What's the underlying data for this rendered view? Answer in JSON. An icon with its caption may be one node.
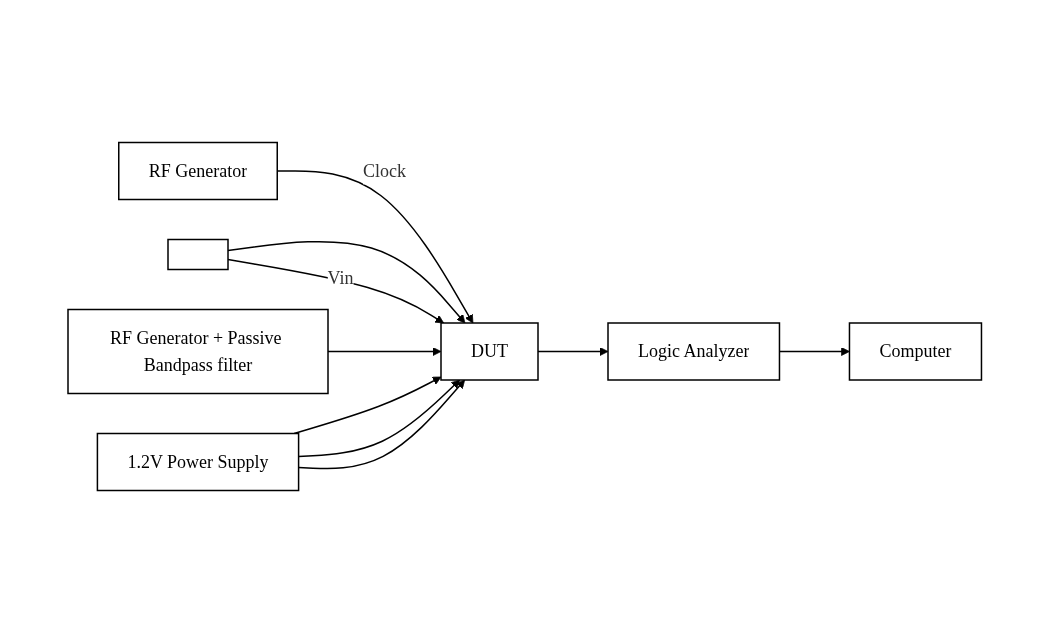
{
  "diagram": {
    "nodes": [
      {
        "text": [
          "RF Generator"
        ]
      },
      {
        "text": [],
        "shape": "box"
      },
      {
        "text": [
          "RF Generator + Passive Bandpass filter"
        ]
      },
      {
        "text": [
          "DUT"
        ]
      },
      {
        "text": [
          "1.2V Power Supply"
        ]
      },
      {
        "text": [
          "Logic Analyzer"
        ]
      },
      {
        "text": [
          "Computer"
        ]
      }
    ],
    "edges": [
      {
        "from": 0,
        "to": 3,
        "arrow": "to",
        "label": "Clock"
      },
      {
        "from": 1,
        "to": 3,
        "arrow": "to"
      },
      {
        "from": 1,
        "to": 3,
        "arrow": "to",
        "label": "Vin"
      },
      {
        "from": 2,
        "to": 3,
        "arrow": "to"
      },
      {
        "from": 4,
        "to": 3,
        "arrow": "to"
      },
      {
        "from": 4,
        "to": 3,
        "arrow": "to"
      },
      {
        "from": 4,
        "to": 3,
        "arrow": "to"
      },
      {
        "from": 3,
        "to": 5,
        "arrow": "to"
      },
      {
        "from": 5,
        "to": 6,
        "arrow": "to"
      }
    ]
  }
}
